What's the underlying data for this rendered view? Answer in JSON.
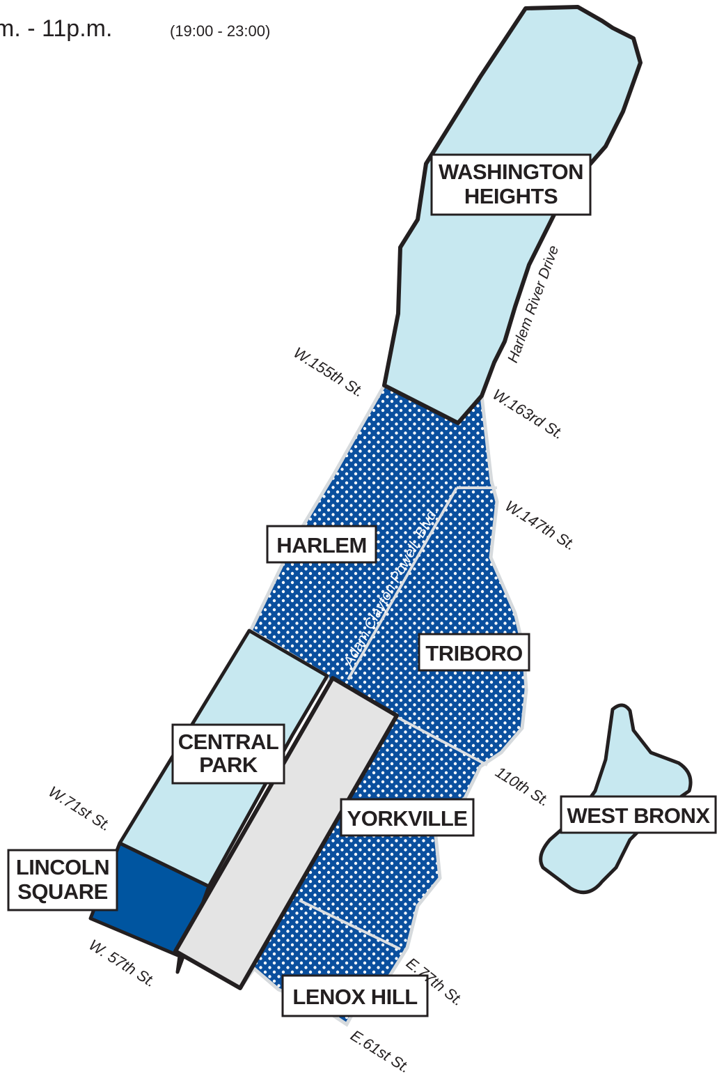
{
  "header": {
    "time_range_top": "",
    "time_range_top_24h": "",
    "time_range": "m. - 11p.m.",
    "time_range_24h": "(19:00 - 23:00)"
  },
  "colors": {
    "light_zone": "#c7e8f0",
    "dotted_zone": "#0a4f9e",
    "dark_zone": "#0055a0",
    "park": "#e4e4e4",
    "outline": "#231f20",
    "street_line": "#d9dde0"
  },
  "neighborhoods": [
    {
      "id": "washington-heights",
      "lines": [
        "WASHINGTON",
        "HEIGHTS"
      ]
    },
    {
      "id": "harlem",
      "lines": [
        "HARLEM"
      ]
    },
    {
      "id": "triboro",
      "lines": [
        "TRIBORO"
      ]
    },
    {
      "id": "central-park",
      "lines": [
        "CENTRAL",
        "PARK"
      ]
    },
    {
      "id": "yorkville",
      "lines": [
        "YORKVILLE"
      ]
    },
    {
      "id": "west-bronx",
      "lines": [
        "WEST BRONX"
      ]
    },
    {
      "id": "lincoln-square",
      "lines": [
        "LINCOLN",
        "SQUARE"
      ]
    },
    {
      "id": "lenox-hill",
      "lines": [
        "LENOX HILL"
      ]
    }
  ],
  "streets": {
    "w155": "W.155th St.",
    "w163": "W.163rd St.",
    "w147": "W.147th St.",
    "s110": "110th St.",
    "w71": "W.71st St.",
    "w57": "W. 57th St.",
    "e77": "E.77th St.",
    "e61": "E.61st St."
  },
  "roads": {
    "adam_clayton": "Adam Clayton Powell. Blvd.",
    "harlem_river_drive": "Harlem River Drive"
  }
}
